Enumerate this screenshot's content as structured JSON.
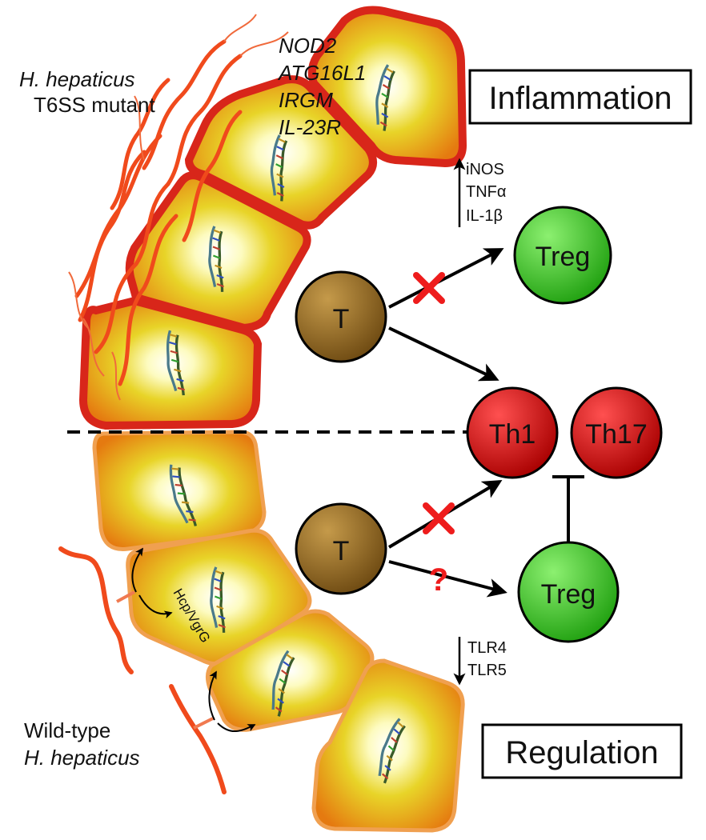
{
  "top_section": {
    "title": "Inflammation",
    "bacteria_label": [
      "H. hepaticus",
      "T6SS mutant"
    ],
    "genes": [
      "NOD2",
      "ATG16L1",
      "IRGM",
      "IL-23R"
    ],
    "cytokines": [
      "iNOS",
      "TNFα",
      "IL-1β"
    ]
  },
  "bottom_section": {
    "title": "Regulation",
    "bacteria_label": [
      "Wild-type",
      "H. hepaticus"
    ],
    "effector_label": "Hcp/VgrG",
    "receptors": [
      "TLR4",
      "TLR5"
    ],
    "question_mark": "?"
  },
  "cells": {
    "t_cell": "T",
    "treg": "Treg",
    "th1": "Th1",
    "th17": "Th17"
  },
  "colors": {
    "inflamed_border": "#d8261a",
    "normal_border": "#f0a050",
    "treg_fill": "#35c420",
    "th_fill": "#d01010",
    "t_cell_fill": "#9a6e24",
    "block_x": "#ee1c1c",
    "bacteria": "#f04a1c"
  }
}
